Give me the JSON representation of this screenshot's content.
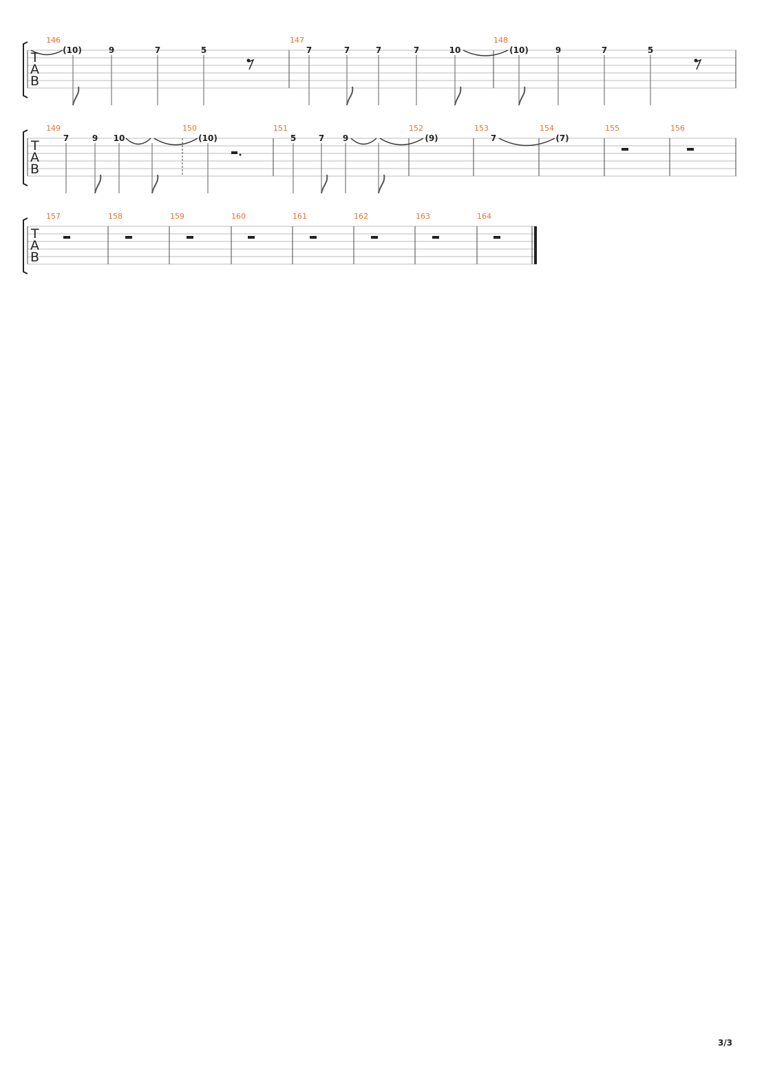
{
  "page": {
    "page_number": "3/3"
  },
  "tab_clef": [
    "T",
    "A",
    "B"
  ],
  "colors": {
    "measure_number": "#f26b2a",
    "notation": "#222222",
    "staff_line": "#bbbbbb"
  },
  "systems": [
    {
      "measures": [
        "146",
        "147",
        "148"
      ],
      "notes": [
        "(10)",
        "9",
        "7",
        "5",
        "7",
        "7",
        "7",
        "7",
        "10",
        "(10)",
        "9",
        "7",
        "5"
      ]
    },
    {
      "measures": [
        "149",
        "150",
        "151",
        "152",
        "153",
        "154",
        "155",
        "156"
      ],
      "notes": [
        "7",
        "9",
        "10",
        "(10)",
        "5",
        "7",
        "9",
        "(9)",
        "7",
        "(7)"
      ]
    },
    {
      "measures": [
        "157",
        "158",
        "159",
        "160",
        "161",
        "162",
        "163",
        "164"
      ],
      "notes": []
    }
  ]
}
